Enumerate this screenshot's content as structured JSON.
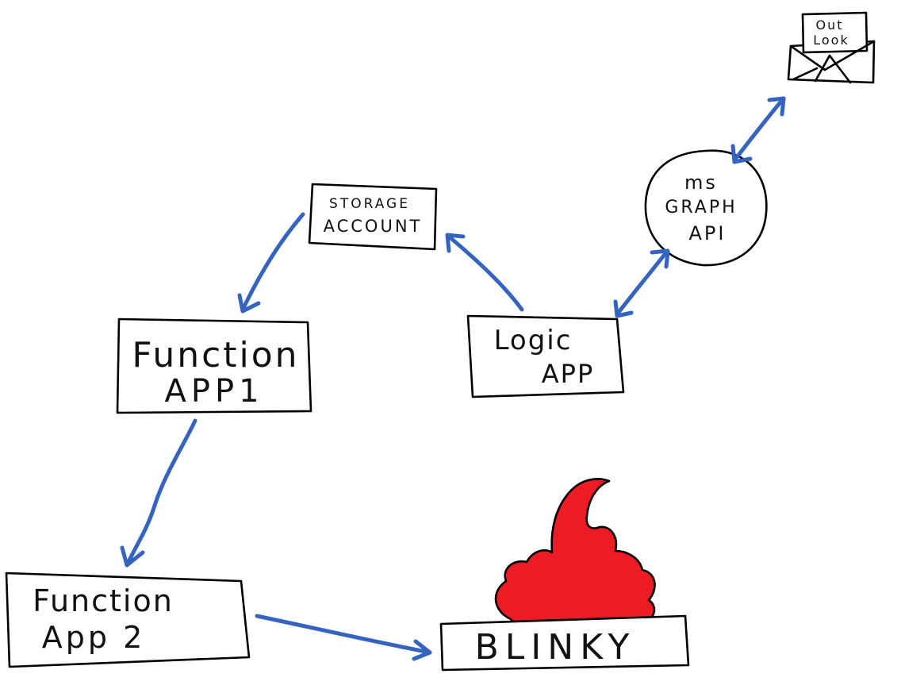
{
  "colors": {
    "arrow": "#3563c0",
    "blinky_fill": "#ed1c24",
    "stroke": "#000000"
  },
  "nodes": {
    "outlook": {
      "line1": "Out",
      "line2": "Look",
      "icon": "envelope-icon"
    },
    "storage_account": {
      "line1": "STORAGE",
      "line2": "ACCOUNT"
    },
    "ms_graph_api": {
      "line1": "ms",
      "line2": "GRAPH",
      "line3": "API"
    },
    "function_app_1": {
      "line1": "Function",
      "line2": "APP1"
    },
    "logic_app": {
      "line1": "Logic",
      "line2": "APP"
    },
    "function_app_2": {
      "line1": "Function",
      "line2": "App 2"
    },
    "blinky": {
      "label": "BLINKY",
      "icon": "blob-icon"
    }
  },
  "edges": [
    {
      "from": "storage_account",
      "to": "function_app_1",
      "direction": "forward"
    },
    {
      "from": "logic_app",
      "to": "storage_account",
      "direction": "forward"
    },
    {
      "from": "logic_app",
      "to": "ms_graph_api",
      "direction": "both"
    },
    {
      "from": "ms_graph_api",
      "to": "outlook",
      "direction": "both"
    },
    {
      "from": "function_app_1",
      "to": "function_app_2",
      "direction": "forward"
    },
    {
      "from": "function_app_2",
      "to": "blinky",
      "direction": "forward"
    }
  ]
}
